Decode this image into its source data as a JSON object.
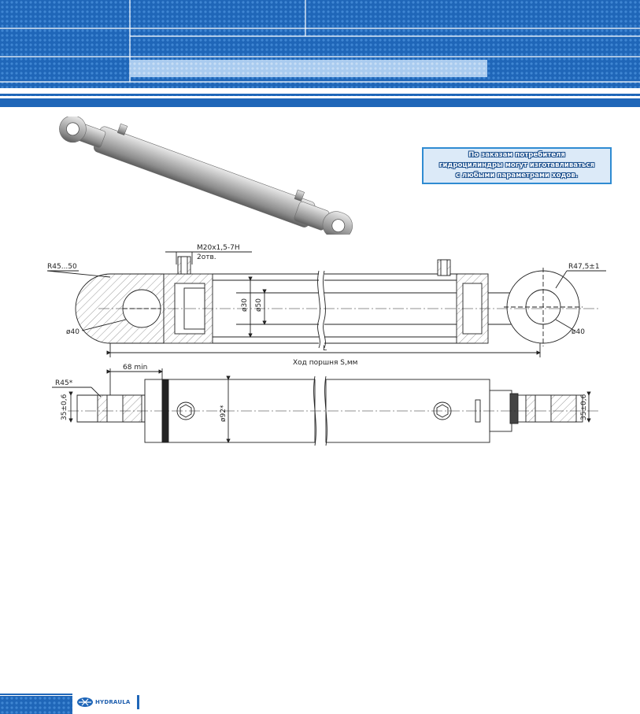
{
  "note": {
    "text": "По заказам потребителя\nгидроцилиндры могут изготавливаться\nс любыми параметрами ходов."
  },
  "drawing": {
    "thread_label": "M20x1,5-7H",
    "holes_label": "2отв.",
    "radius_left": "R45...50",
    "radius_right": "R47,5±1",
    "bore_left": "ø40",
    "bore_right": "ø40",
    "rod_diameter": "ø30",
    "piston_diameter": "ø50",
    "length_label": "L",
    "stroke_label": "Ход поршня S,мм",
    "min_length_label": "68 min",
    "radius_bottom": "R45*",
    "width_left": "35±0,6",
    "width_right": "35±0,6",
    "body_diameter": "ø92*"
  },
  "footer": {
    "brand": "HYDRAULA"
  },
  "colors": {
    "header_blue": "#1e63b4",
    "header_light": "#9cc3ea",
    "accent_blue": "#2f8bd2"
  }
}
